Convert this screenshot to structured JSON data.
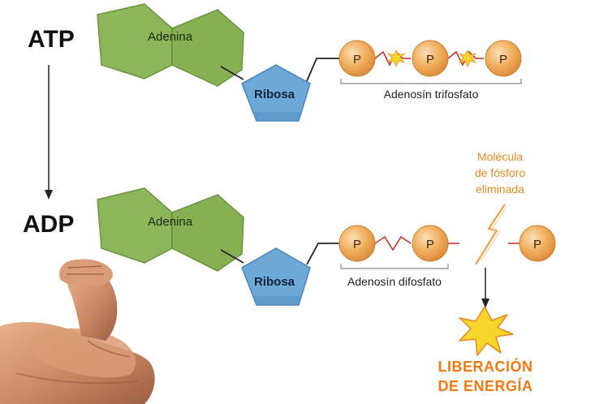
{
  "atp": {
    "label": "ATP",
    "adenine": "Adenina",
    "ribose": "Ribosa",
    "phosphates": [
      "P",
      "P",
      "P"
    ],
    "caption": "Adenosín trifosfato"
  },
  "adp": {
    "label": "ADP",
    "adenine": "Adenina",
    "ribose": "Ribosa",
    "phosphates": [
      "P",
      "P"
    ],
    "caption": "Adenosín difosfato"
  },
  "released": {
    "note_lines": [
      "Molécula",
      "de fósforo",
      "eliminada"
    ],
    "phosphate": "P"
  },
  "energy": {
    "lines": [
      "LIBERACIÓN",
      "DE ENERGÍA"
    ]
  },
  "colors": {
    "adenine_fill": "#8db65a",
    "adenine_stroke": "#6a9440",
    "ribose_fill": "#6da8d6",
    "ribose_stroke": "#4a86b8",
    "phosphate_fill": "#f1ad5c",
    "bond_color": "#c8322a",
    "note_color": "#e8891e",
    "energy_color": "#f07a10",
    "star_fill": "#f7d62b"
  },
  "icons": {
    "arm": "flexed-arm-icon",
    "spark": "spark-star-icon",
    "lightning": "lightning-bolt-icon"
  }
}
